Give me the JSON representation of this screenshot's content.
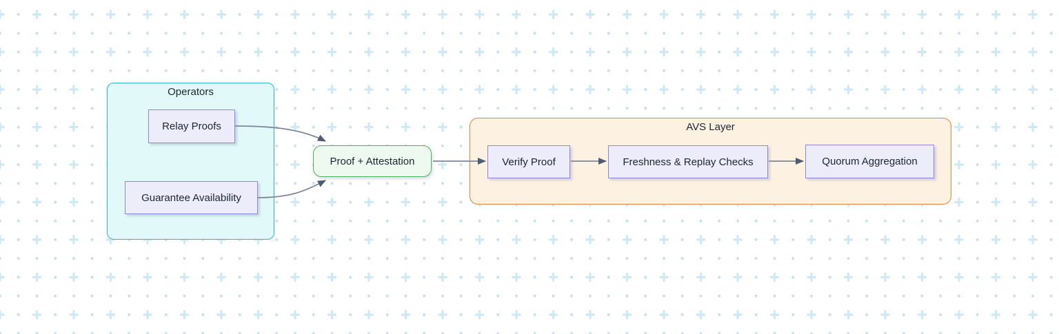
{
  "background": {
    "color": "#ffffff",
    "plus_color": "#cfe9f4",
    "dot_color": "#cde1eb"
  },
  "clusters": {
    "operators": {
      "label": "Operators",
      "fill": "#e1faf9",
      "stroke": "#2bb6ca"
    },
    "avs_layer": {
      "label": "AVS Layer",
      "fill": "#fdf1e2",
      "stroke": "#e8823c"
    }
  },
  "nodes": {
    "relay_proofs": {
      "label": "Relay Proofs"
    },
    "guarantee_availability": {
      "label": "Guarantee Availability"
    },
    "proof_attestation": {
      "label": "Proof + Attestation",
      "fill": "#eefaf0",
      "stroke": "#4cb05e"
    },
    "verify_proof": {
      "label": "Verify Proof"
    },
    "freshness_replay_checks": {
      "label": "Freshness & Replay Checks"
    },
    "quorum_aggregation": {
      "label": "Quorum Aggregation"
    }
  },
  "node_style": {
    "fill": "#ececfb",
    "stroke": "#8b85dc",
    "text_color": "#1c2433"
  },
  "edges": [
    {
      "from": "relay_proofs",
      "to": "proof_attestation"
    },
    {
      "from": "guarantee_availability",
      "to": "proof_attestation"
    },
    {
      "from": "proof_attestation",
      "to": "verify_proof"
    },
    {
      "from": "verify_proof",
      "to": "freshness_replay_checks"
    },
    {
      "from": "freshness_replay_checks",
      "to": "quorum_aggregation"
    }
  ],
  "edge_style": {
    "stroke": "#7a8699",
    "arrow_fill": "#4f5b6e"
  }
}
